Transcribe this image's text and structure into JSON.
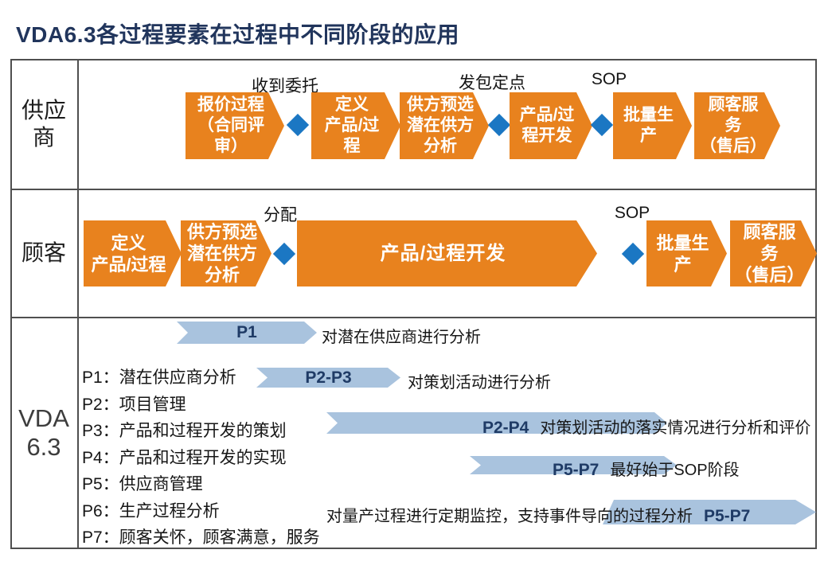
{
  "title": "VDA6.3各过程要素在过程中不同阶段的应用",
  "colors": {
    "orange": "#E8821E",
    "diamond": "#1B77C3",
    "bar": "#A9C3DE",
    "navy": "#1F3B66",
    "title": "#21355C",
    "border": "#4F4F4F",
    "text": "#1A1A1A"
  },
  "rows": {
    "supplier": {
      "label": "供应\n商",
      "milestones": [
        "收到委托",
        "发包定点",
        "SOP"
      ],
      "steps": [
        "报价过程\n（合同评\n审）",
        "定义\n产品/过\n程",
        "供方预选\n潜在供方\n分析",
        "产品/过\n程开发",
        "批量生\n产",
        "顾客服\n务\n（售后）"
      ]
    },
    "customer": {
      "label": "顾客",
      "milestones": [
        "分配",
        "SOP"
      ],
      "steps": [
        "定义\n产品/过程",
        "供方预选\n潜在供方\n分析",
        "产品/过程开发",
        "批量生\n产",
        "顾客服\n务\n（售后）"
      ]
    },
    "vda": {
      "label": "VDA\n6.3",
      "elements": [
        "P1：潜在供应商分析",
        "P2：项目管理",
        "P3：产品和过程开发的策划",
        "P4：产品和过程开发的实现",
        "P5：供应商管理",
        "P6：生产过程分析",
        "P7：顾客关怀，顾客满意，服务"
      ],
      "bars": [
        {
          "label": "P1",
          "desc": "对潜在供应商进行分析"
        },
        {
          "label": "P2-P3",
          "desc": "对策划活动进行分析"
        },
        {
          "label": "P2-P4",
          "desc": "对策划活动的落实情况进行分析和评价"
        },
        {
          "label": "P5-P7",
          "desc": "最好始于SOP阶段"
        },
        {
          "label": "P5-P7",
          "desc": "对量产过程进行定期监控，支持事件导向的过程分析"
        }
      ]
    }
  }
}
